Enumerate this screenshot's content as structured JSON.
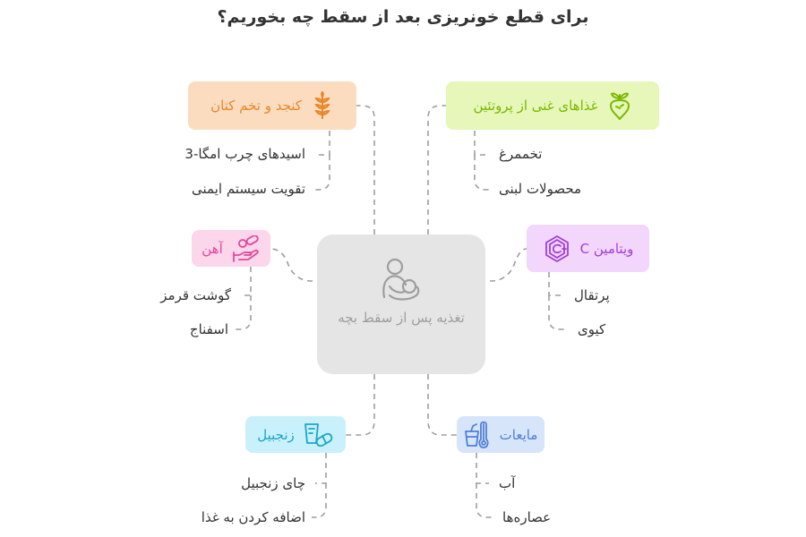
{
  "title": "برای قطع خونریزی بعد از سقط چه بخوریم؟",
  "center": {
    "label": "تغذیه پس از سقط بچه",
    "icon": "mother-baby-icon"
  },
  "branches": {
    "seeds": {
      "label": "کنجد و تخم کتان",
      "icon": "wheat-icon",
      "color": "#e8872b",
      "bg": "#fcdcbf",
      "items": [
        "اسیدهای چرب امگا-3",
        "تقویت سیستم ایمنی"
      ]
    },
    "protein": {
      "label": "غذاهای غنی از پروتئین",
      "icon": "beet-icon",
      "color": "#7ab800",
      "bg": "#e6f7b9",
      "items": [
        "تخممرغ",
        "محصولات لبنی"
      ]
    },
    "iron": {
      "label": "آهن",
      "icon": "hand-pills-icon",
      "color": "#e0489b",
      "bg": "#fcd6ea",
      "items": [
        "گوشت قرمز",
        "اسفناج"
      ]
    },
    "vitaminc": {
      "label": "ویتامین C",
      "icon": "vitamin-c-icon",
      "color": "#a13fd9",
      "bg": "#f2d6fb",
      "items": [
        "پرتقال",
        "کیوی"
      ]
    },
    "ginger": {
      "label": "زنجبیل",
      "icon": "medicine-icon",
      "color": "#1aa6c8",
      "bg": "#c9f1fb",
      "items": [
        "چای زنجبیل",
        "اضافه کردن به غذا"
      ]
    },
    "fluids": {
      "label": "مایعات",
      "icon": "drinks-thermometer-icon",
      "color": "#4f7fd6",
      "bg": "#d7e5fb",
      "items": [
        "آب",
        "عصاره‌ها"
      ]
    }
  }
}
